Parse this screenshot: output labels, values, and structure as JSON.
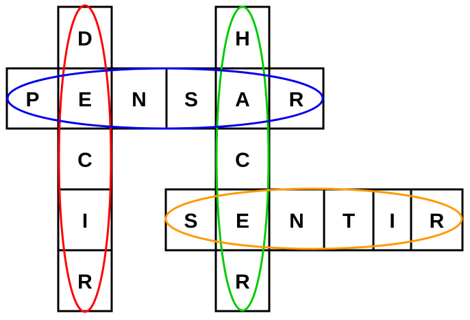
{
  "words": {
    "decir": {
      "letters": [
        "D",
        "E",
        "C",
        "I",
        "R"
      ],
      "color": "#ff0000"
    },
    "hacer": {
      "letters": [
        "H",
        "A",
        "C",
        "E",
        "R"
      ],
      "color": "#00cc00"
    },
    "pensar": {
      "letters": [
        "P",
        "E",
        "N",
        "S",
        "A",
        "R"
      ],
      "color": "#0000ee"
    },
    "sentir": {
      "letters": [
        "S",
        "E",
        "N",
        "T",
        "I",
        "R"
      ],
      "color": "#ff9900"
    }
  }
}
